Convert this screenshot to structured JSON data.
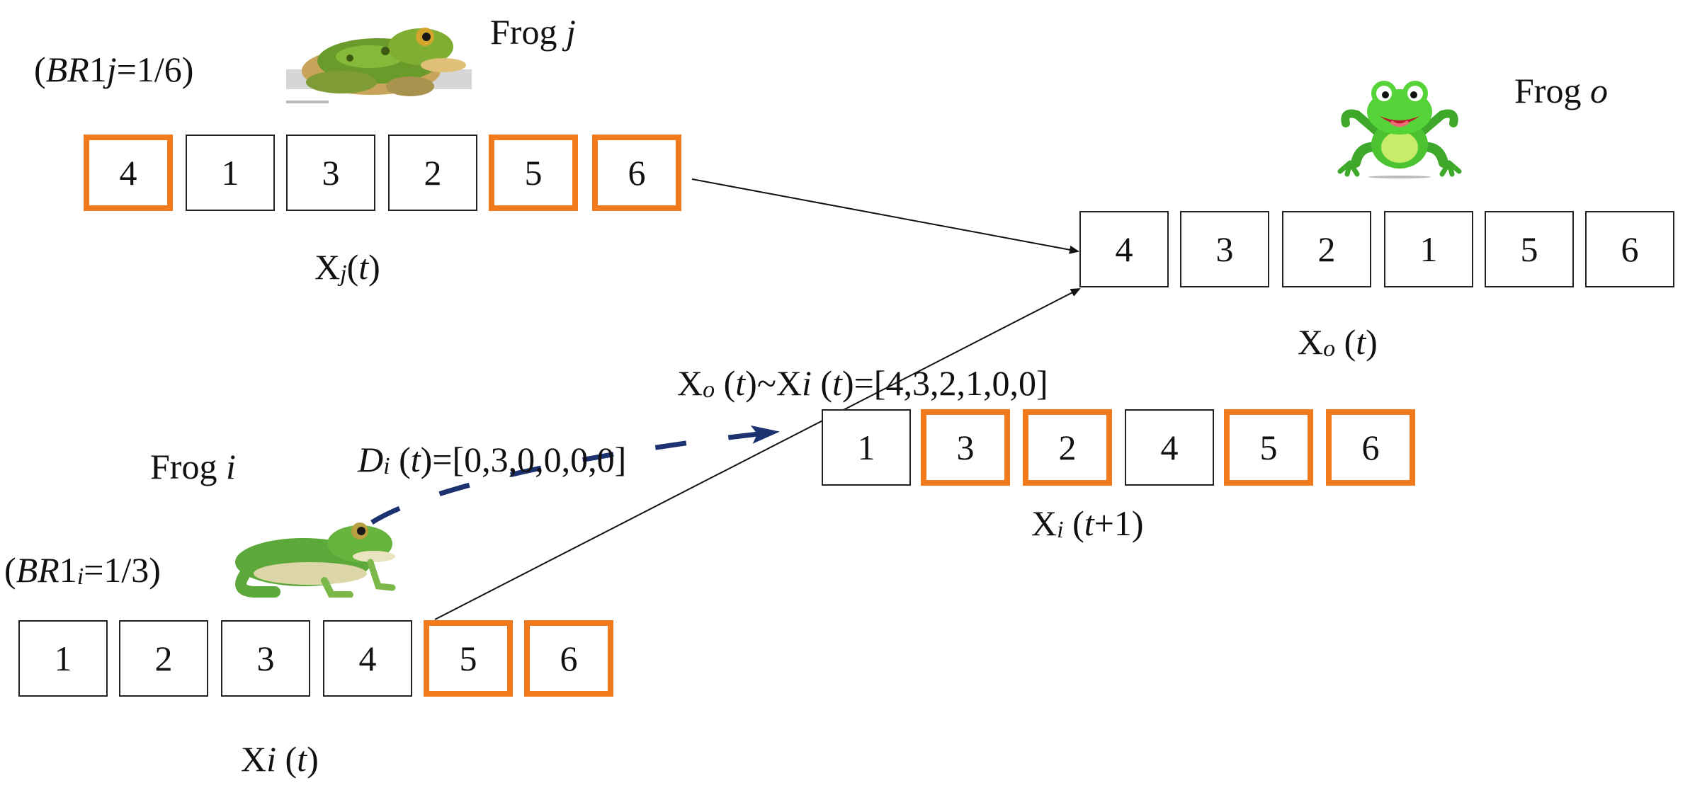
{
  "frog_j": {
    "name_prefix": "Frog ",
    "name_var": "j",
    "br_open": "(",
    "br_var": "BR",
    "br_mid": "1",
    "br_sub": "j",
    "br_value": "=1/6)",
    "icon": "realistic-frog-icon",
    "sequence": [
      "4",
      "1",
      "3",
      "2",
      "5",
      "6"
    ],
    "highlighted": [
      true,
      false,
      false,
      false,
      true,
      true
    ],
    "caption_main": "X",
    "caption_sub": "j",
    "caption_open": "(",
    "caption_t": "t",
    "caption_close": ")"
  },
  "frog_o": {
    "name_prefix": "Frog ",
    "name_var": "o",
    "icon": "cartoon-frog-icon",
    "sequence": [
      "4",
      "3",
      "2",
      "1",
      "5",
      "6"
    ],
    "caption_main": "X",
    "caption_sub": "o",
    "caption_open": " (",
    "caption_t": "t",
    "caption_close": ")"
  },
  "diff_label": {
    "x": "X",
    "o": "o",
    "open1": " (",
    "t1": "t",
    "mid": ")~X",
    "i": "i",
    "open2": " (",
    "t2": "t",
    "value": ")=[4,3,2,1,0,0]"
  },
  "d_label": {
    "d": "D",
    "i": "i",
    "open": " (",
    "t": "t",
    "value": ")=[0,3,0,0,0,0]"
  },
  "frog_i": {
    "name_prefix": "Frog ",
    "name_var": "i",
    "br_open": "(",
    "br_var": "BR",
    "br_mid": "1",
    "br_sub": "i",
    "br_value": "=1/3)",
    "icon": "tree-frog-icon",
    "sequence": [
      "1",
      "2",
      "3",
      "4",
      "5",
      "6"
    ],
    "highlighted": [
      false,
      false,
      false,
      false,
      true,
      true
    ],
    "caption_main": "X",
    "caption_sub": "i",
    "caption_open": " (",
    "caption_t": "t",
    "caption_close": ")"
  },
  "next_i": {
    "sequence": [
      "1",
      "3",
      "2",
      "4",
      "5",
      "6"
    ],
    "highlighted": [
      false,
      true,
      true,
      false,
      true,
      true
    ],
    "caption_main": "X",
    "caption_sub": "i",
    "caption_open": " (",
    "caption_t": "t",
    "caption_close": "+1)"
  },
  "colors": {
    "highlight": "#f07a1c",
    "arrow": "#111111",
    "dashed_arrow": "#1c3270",
    "box_border": "#222222"
  }
}
